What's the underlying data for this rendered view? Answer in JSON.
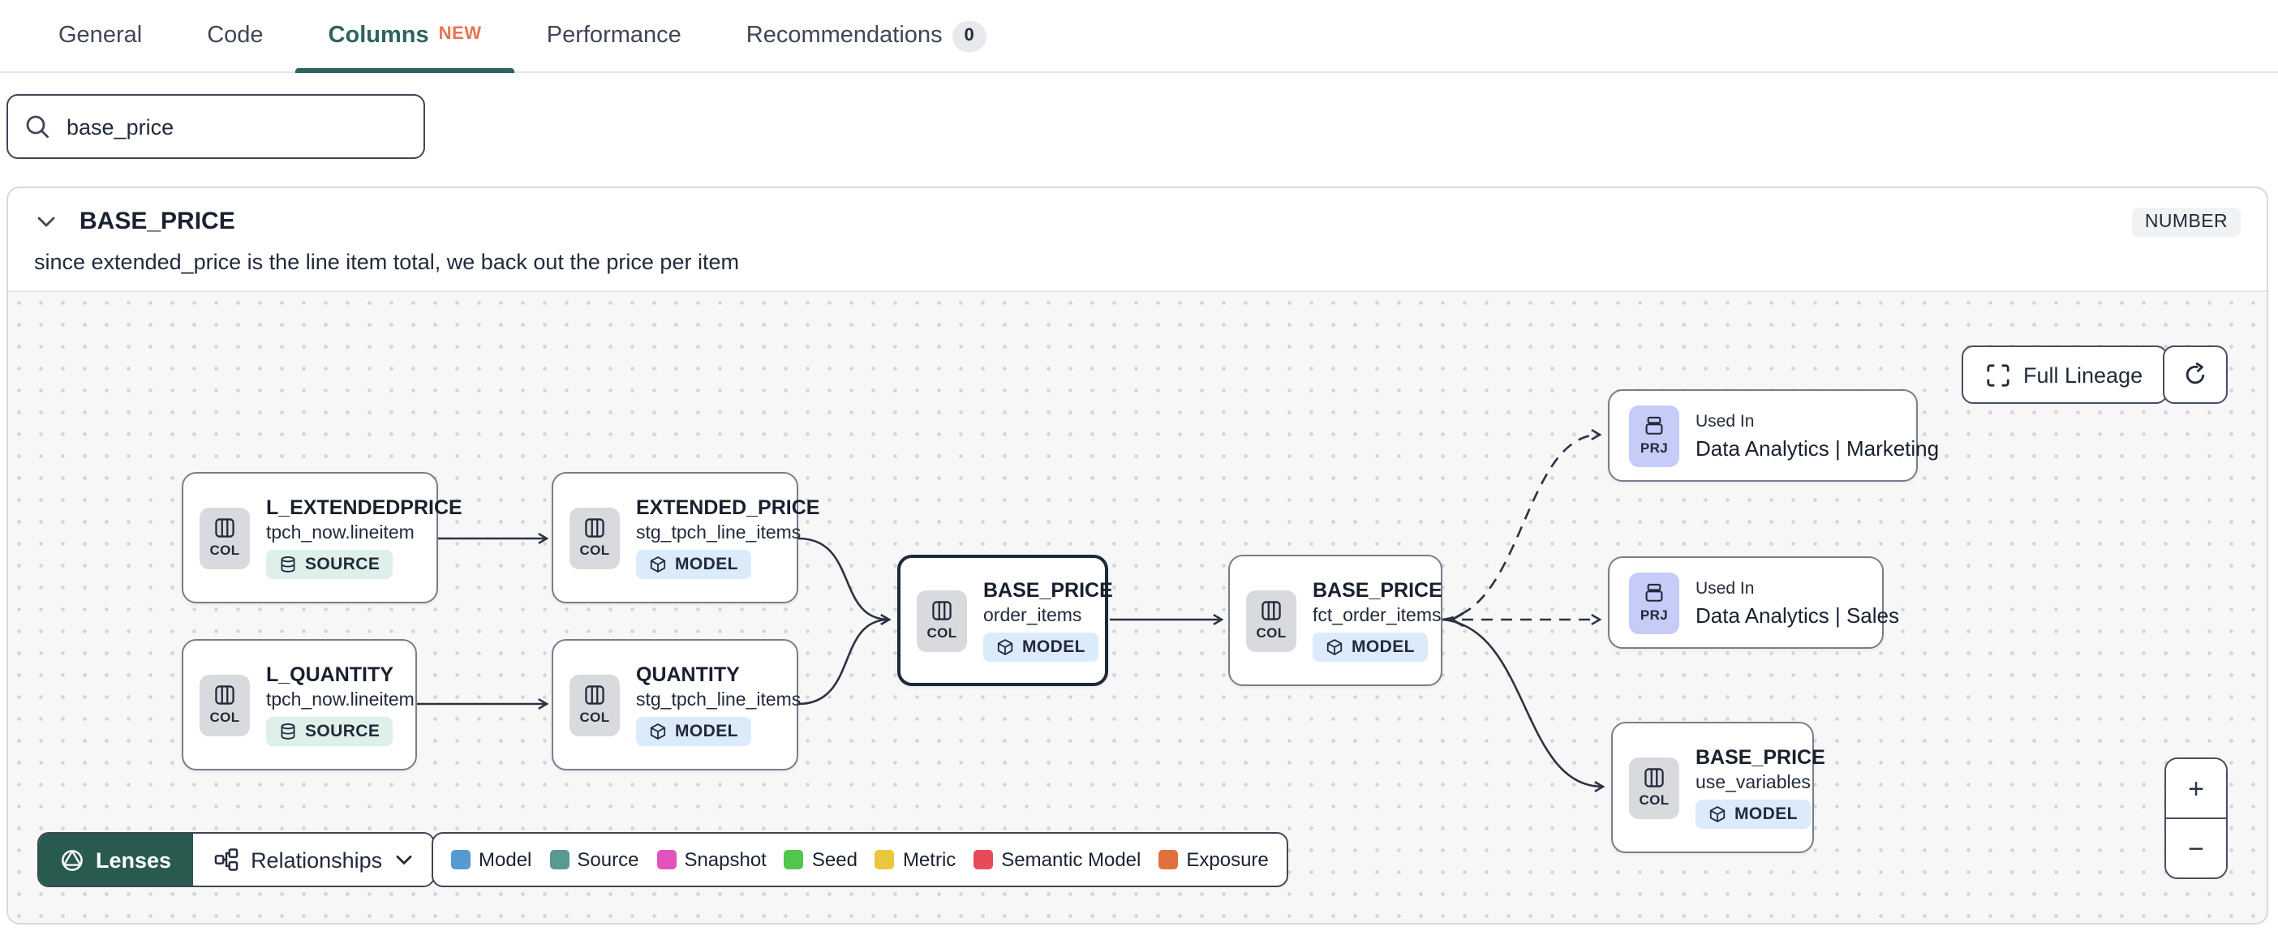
{
  "tabs": {
    "items": [
      {
        "label": "General"
      },
      {
        "label": "Code"
      },
      {
        "label": "Columns",
        "badge": "NEW"
      },
      {
        "label": "Performance"
      },
      {
        "label": "Recommendations",
        "count": "0"
      }
    ]
  },
  "search": {
    "value": "base_price"
  },
  "column": {
    "name": "BASE_PRICE",
    "type": "NUMBER",
    "description": "since extended_price is the line item total, we back out the price per item"
  },
  "lineage": {
    "full_lineage": "Full Lineage",
    "lenses": "Lenses",
    "relationships": "Relationships",
    "zoom_in": "+",
    "zoom_out": "−",
    "nodes": [
      {
        "tile": "COL",
        "title": "L_EXTENDEDPRICE",
        "subtitle": "tpch_now.lineitem",
        "badge": "SOURCE"
      },
      {
        "tile": "COL",
        "title": "EXTENDED_PRICE",
        "subtitle": "stg_tpch_line_items",
        "badge": "MODEL"
      },
      {
        "tile": "COL",
        "title": "L_QUANTITY",
        "subtitle": "tpch_now.lineitem",
        "badge": "SOURCE"
      },
      {
        "tile": "COL",
        "title": "QUANTITY",
        "subtitle": "stg_tpch_line_items",
        "badge": "MODEL"
      },
      {
        "tile": "COL",
        "title": "BASE_PRICE",
        "subtitle": "order_items",
        "badge": "MODEL",
        "selected": true
      },
      {
        "tile": "COL",
        "title": "BASE_PRICE",
        "subtitle": "fct_order_items",
        "badge": "MODEL"
      },
      {
        "tile": "PRJ",
        "label": "Used In",
        "title": "Data Analytics | Marketing"
      },
      {
        "tile": "PRJ",
        "label": "Used In",
        "title": "Data Analytics | Sales"
      },
      {
        "tile": "COL",
        "title": "BASE_PRICE",
        "subtitle": "use_variables",
        "badge": "MODEL"
      }
    ],
    "legend": [
      {
        "label": "Model",
        "color": "#579ad2"
      },
      {
        "label": "Source",
        "color": "#579a94"
      },
      {
        "label": "Snapshot",
        "color": "#e453bd"
      },
      {
        "label": "Seed",
        "color": "#50c64b"
      },
      {
        "label": "Metric",
        "color": "#e8c73d"
      },
      {
        "label": "Semantic Model",
        "color": "#e84a57"
      },
      {
        "label": "Exposure",
        "color": "#e2703c"
      }
    ]
  },
  "colors": {
    "accent_teal": "#2e6360",
    "new_badge": "#ec7051",
    "lenses_green": "#285a50",
    "selected_border": "#1f2836"
  }
}
